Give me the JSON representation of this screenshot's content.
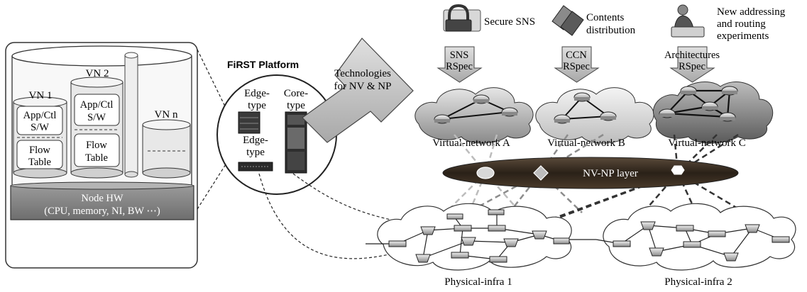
{
  "node": {
    "vn1": "VN 1",
    "vn2": "VN 2",
    "vnn": "VN n",
    "app_ctl_line1": "App/Ctl",
    "app_ctl_line2": "S/W",
    "flow_line1": "Flow",
    "flow_line2": "Table",
    "node_hw_line1": "Node HW",
    "node_hw_line2": "(CPU, memory, NI, BW ⋯)"
  },
  "platform": {
    "title": "FiRST Platform",
    "edge_line1": "Edge-",
    "edge_line2": "type",
    "core_line1": "Core-",
    "core_line2": "type",
    "tech_line1": "Technologies",
    "tech_line2": "for NV & NP"
  },
  "services": [
    {
      "label_lines": [
        "Secure SNS"
      ],
      "icon": "lock-icon",
      "rspec_lines": [
        "SNS",
        "RSpec"
      ]
    },
    {
      "label_lines": [
        "Contents",
        "distribution"
      ],
      "icon": "tickets-icon",
      "rspec_lines": [
        "CCN",
        "RSpec"
      ]
    },
    {
      "label_lines": [
        "New addressing",
        "and routing",
        "experiments"
      ],
      "icon": "person-laptop-icon",
      "rspec_lines": [
        "Architectures",
        "RSpec"
      ]
    }
  ],
  "virtual_networks": [
    "Virtual-network A",
    "Virtual-network B",
    "Virtual-network C"
  ],
  "layer": "NV-NP layer",
  "physical": [
    "Physical-infra 1",
    "Physical-infra 2"
  ]
}
